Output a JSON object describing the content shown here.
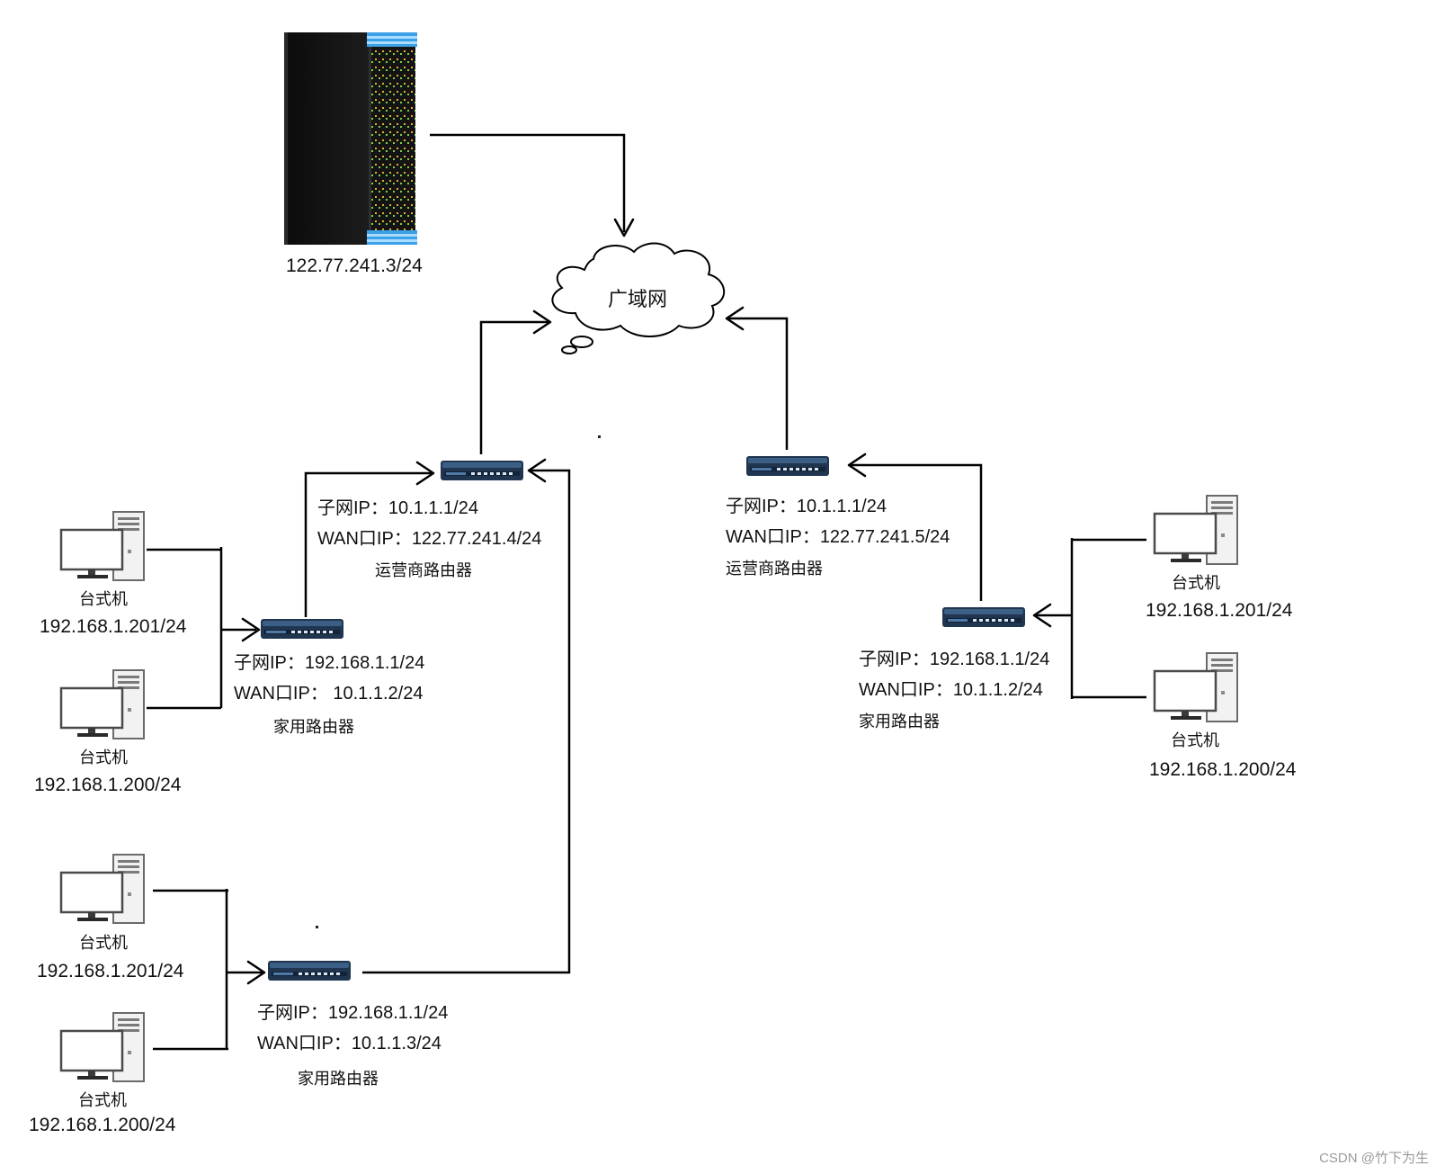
{
  "server": {
    "ip": "122.77.241.3/24"
  },
  "cloud": {
    "label": "广域网"
  },
  "isp_router_left": {
    "subnet": "子网IP：10.1.1.1/24",
    "wan": "WAN口IP：122.77.241.4/24",
    "name": "运营商路由器"
  },
  "isp_router_right": {
    "subnet": "子网IP：10.1.1.1/24",
    "wan": "WAN口IP：122.77.241.5/24",
    "name": "运营商路由器"
  },
  "home_router_left_top": {
    "subnet": "子网IP：192.168.1.1/24",
    "wan": "WAN口IP：  10.1.1.2/24",
    "name": "家用路由器"
  },
  "home_router_left_bottom": {
    "subnet": "子网IP：192.168.1.1/24",
    "wan": "WAN口IP：10.1.1.3/24",
    "name": "家用路由器"
  },
  "home_router_right": {
    "subnet": "子网IP：192.168.1.1/24",
    "wan": "WAN口IP：10.1.1.2/24",
    "name": "家用路由器"
  },
  "desktops": {
    "lt1": {
      "name": "台式机",
      "ip": "192.168.1.201/24"
    },
    "lt2": {
      "name": "台式机",
      "ip": "192.168.1.200/24"
    },
    "lb1": {
      "name": "台式机",
      "ip": "192.168.1.201/24"
    },
    "lb2": {
      "name": "台式机",
      "ip": "192.168.1.200/24"
    },
    "r1": {
      "name": "台式机",
      "ip": "192.168.1.201/24"
    },
    "r2": {
      "name": "台式机",
      "ip": "192.168.1.200/24"
    }
  },
  "watermark": "CSDN @竹下为生",
  "colors": {
    "line": "#000000",
    "router_body": "#1f3550",
    "router_stripe": "#4f7aa8",
    "server_body": "#111111",
    "server_accent": "#3aa0e8",
    "pc_outline": "#555555"
  },
  "icons": {
    "server": "server-rack-icon",
    "cloud": "cloud-icon",
    "router": "router-icon",
    "desktop": "desktop-computer-icon"
  }
}
